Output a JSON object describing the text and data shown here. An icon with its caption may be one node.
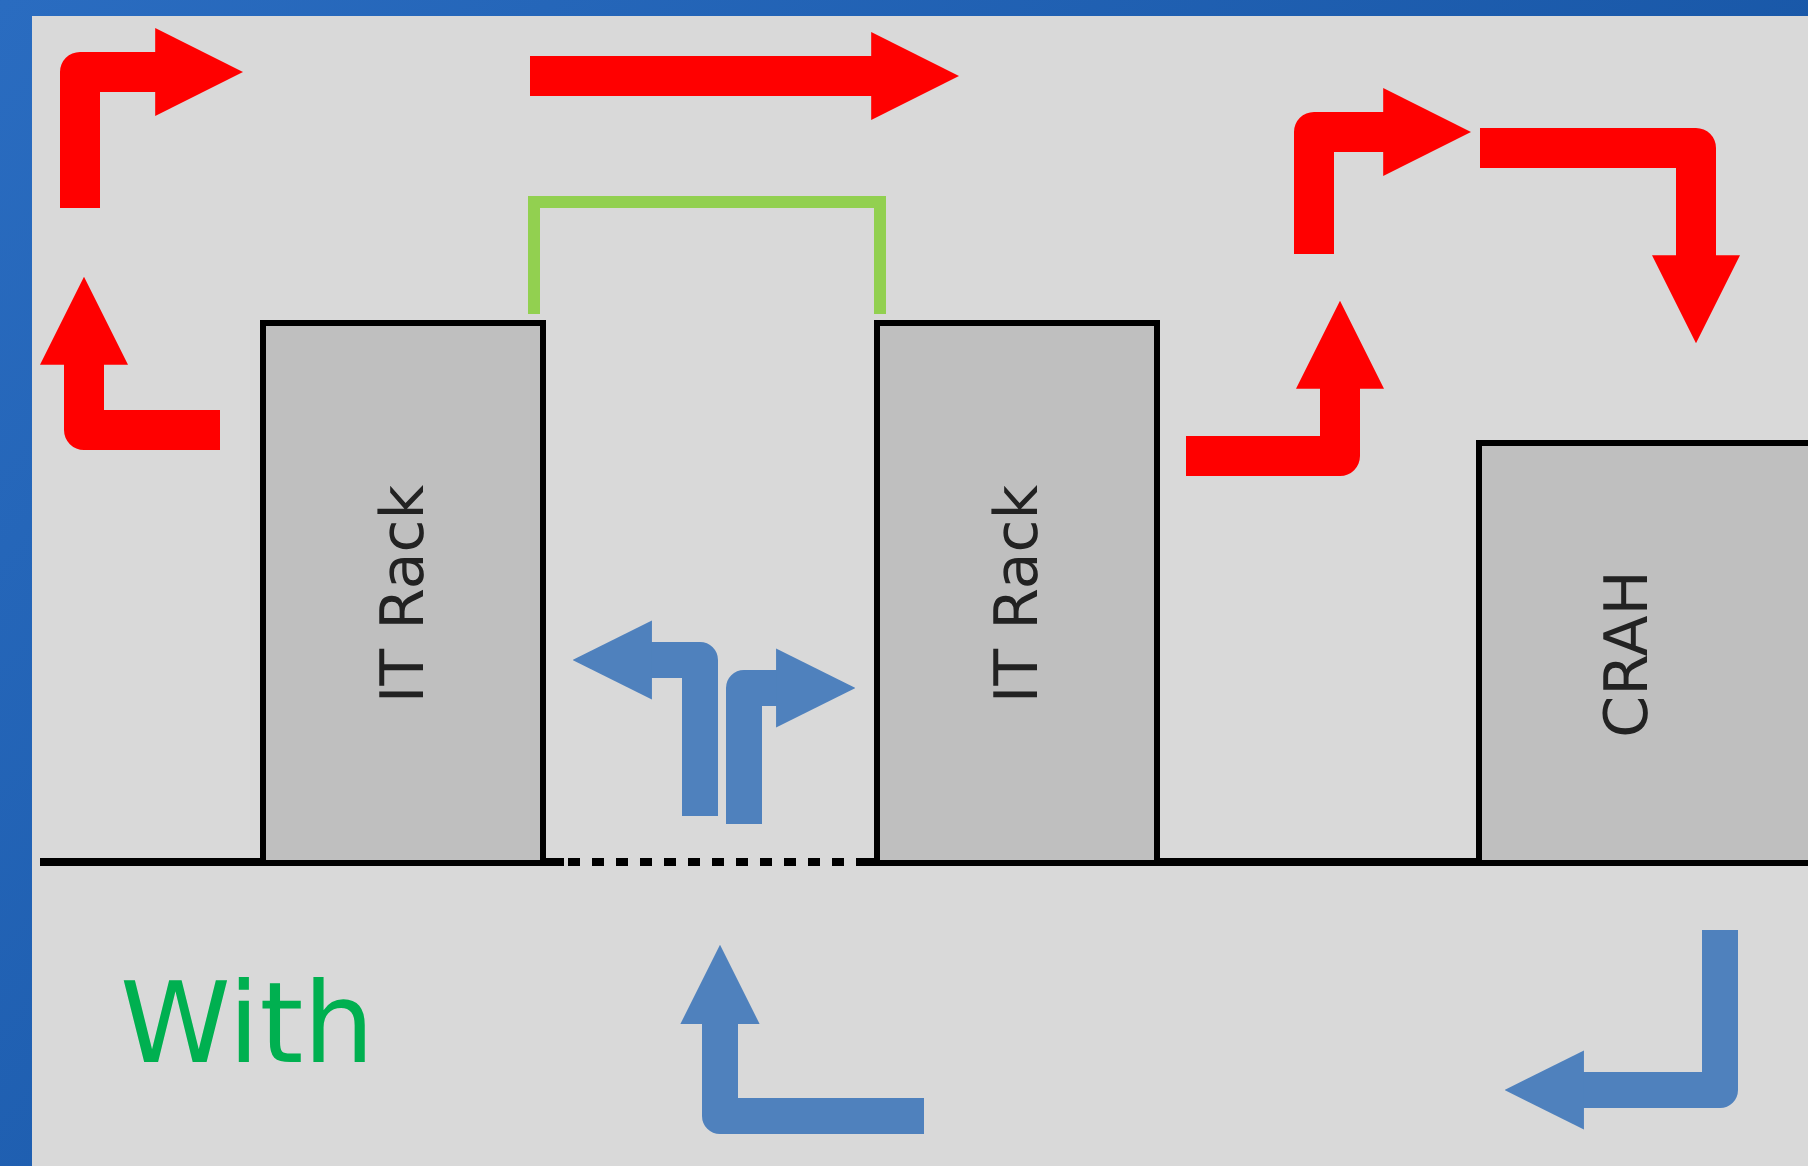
{
  "diagram": {
    "nodes": [
      {
        "text": [
          "IT Rack"
        ]
      },
      {
        "text": [
          "IT Rack"
        ]
      },
      {
        "text": [
          "CRAH"
        ]
      }
    ],
    "labels": [
      "With"
    ]
  }
}
